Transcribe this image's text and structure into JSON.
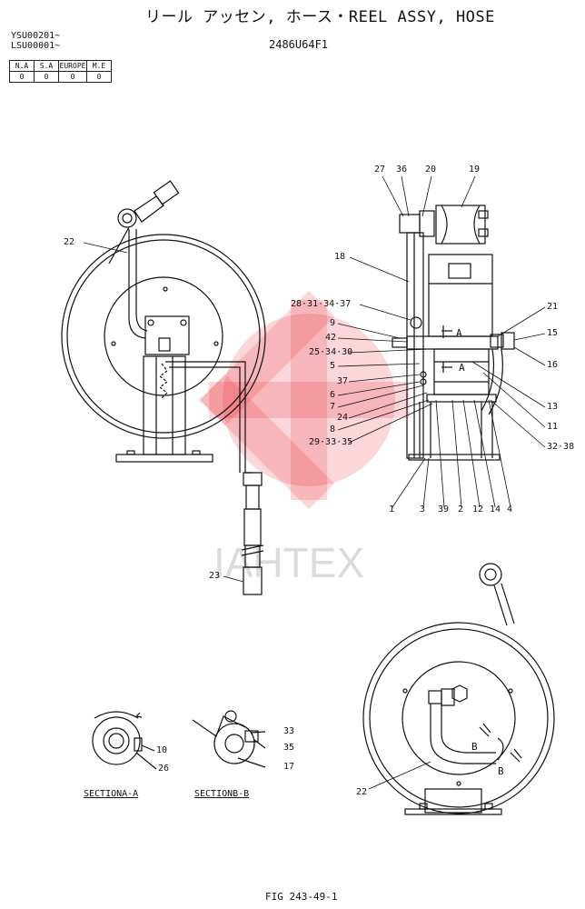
{
  "title": "リール アッセン, ホース・REEL  ASSY, HOSE",
  "serials": [
    "YSU00201~",
    "LSU00001~"
  ],
  "drawing_code": "2486U64F1",
  "spec_table": {
    "headers": [
      "N.A",
      "S.A",
      "EUROPE",
      "M.E"
    ],
    "values": [
      "0",
      "0",
      "0",
      "0"
    ]
  },
  "callouts_top": [
    "27",
    "36",
    "20",
    "19"
  ],
  "callouts_left": [
    "22",
    "18",
    "28·31·34·37",
    "9",
    "42",
    "25·34·30",
    "5",
    "37",
    "6",
    "7",
    "24",
    "8",
    "29·33·35"
  ],
  "callouts_right": [
    "21",
    "15",
    "16",
    "13",
    "11",
    "32·38"
  ],
  "callouts_bottom": [
    "1",
    "3",
    "39",
    "2",
    "12",
    "14",
    "4"
  ],
  "callout_hose": "23",
  "callout_front": "22",
  "section_markers": [
    "A",
    "A",
    "B",
    "B"
  ],
  "section_a": {
    "label": "SECTIONA-A",
    "parts": [
      "10",
      "26"
    ]
  },
  "section_b": {
    "label": "SECTIONB-B",
    "parts": [
      "33",
      "35",
      "17"
    ]
  },
  "watermark": "IAHTEX",
  "figure_number": "FIG 243-49-1",
  "colors": {
    "line": "#111111",
    "watermark": "#e8202a"
  }
}
